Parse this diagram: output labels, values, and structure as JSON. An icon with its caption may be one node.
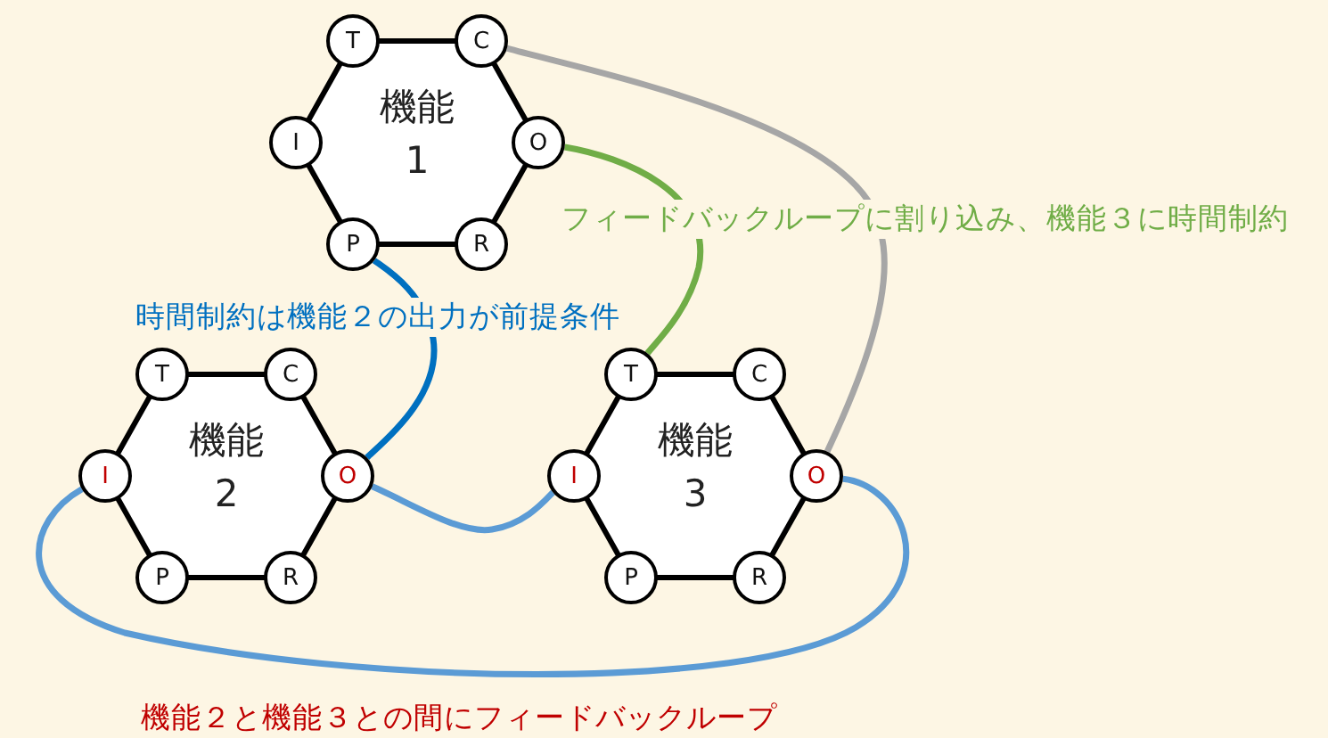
{
  "diagram": {
    "nodes": [
      {
        "text": [
          "機能 1"
        ]
      },
      {
        "text": [
          "T"
        ]
      },
      {
        "text": [
          "C"
        ]
      },
      {
        "text": [
          "I"
        ]
      },
      {
        "text": [
          "O"
        ]
      },
      {
        "text": [
          "P"
        ]
      },
      {
        "text": [
          "R"
        ]
      },
      {
        "text": [
          "機能 2"
        ]
      },
      {
        "text": [
          "T"
        ]
      },
      {
        "text": [
          "C"
        ]
      },
      {
        "text": [
          "I"
        ]
      },
      {
        "text": [
          "O"
        ]
      },
      {
        "text": [
          "P"
        ]
      },
      {
        "text": [
          "R"
        ]
      },
      {
        "text": [
          "機能 3"
        ]
      },
      {
        "text": [
          "T"
        ]
      },
      {
        "text": [
          "C"
        ]
      },
      {
        "text": [
          "I"
        ]
      },
      {
        "text": [
          "O"
        ]
      },
      {
        "text": [
          "P"
        ]
      },
      {
        "text": [
          "R"
        ]
      }
    ],
    "edges": [
      {
        "from": 18,
        "to": 2,
        "arrow": "none",
        "color": "#a6a6a6"
      },
      {
        "from": 4,
        "to": 15,
        "arrow": "none",
        "color": "#70ad47"
      },
      {
        "from": 11,
        "to": 5,
        "arrow": "none",
        "color": "#0070c0"
      },
      {
        "from": 11,
        "to": 17,
        "arrow": "none",
        "color": "#5b9bd5"
      },
      {
        "from": 18,
        "to": 10,
        "arrow": "none",
        "color": "#5b9bd5"
      }
    ],
    "labels": [
      "フィードバックループに割り込み、機能３に時間制約",
      "時間制約は機能２の出力が前提条件",
      "機能２と機能３との間にフィードバックループ"
    ]
  }
}
